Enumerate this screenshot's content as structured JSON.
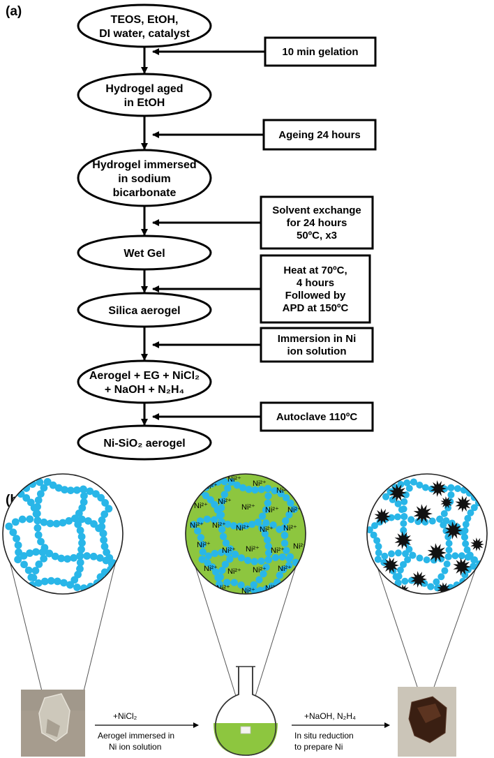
{
  "panel_a": {
    "label": "(a)",
    "steps": [
      {
        "lines": [
          "TEOS, EtOH,",
          "DI water, catalyst"
        ]
      },
      {
        "lines": [
          "Hydrogel aged",
          "in EtOH"
        ]
      },
      {
        "lines": [
          "Hydrogel immersed",
          "in sodium",
          "bicarbonate"
        ]
      },
      {
        "lines": [
          "Wet Gel"
        ]
      },
      {
        "lines": [
          "Silica aerogel"
        ]
      },
      {
        "lines": [
          "Aerogel + EG + NiCl₂",
          "+ NaOH + N₂H₄"
        ]
      },
      {
        "lines": [
          "Ni-SiO₂ aerogel"
        ]
      }
    ],
    "conditions": [
      {
        "lines": [
          "10 min gelation"
        ]
      },
      {
        "lines": [
          "Ageing 24 hours"
        ]
      },
      {
        "lines": [
          "Solvent exchange",
          "for 24 hours",
          "50ºC, x3"
        ]
      },
      {
        "lines": [
          "Heat at 70ºC,",
          "4 hours",
          "Followed by",
          "APD at 150ºC"
        ]
      },
      {
        "lines": [
          "Immersion in Ni",
          "ion solution"
        ]
      },
      {
        "lines": [
          "Autoclave 110ºC"
        ]
      }
    ]
  },
  "panel_b": {
    "label": "(b)",
    "ion_label": "Ni²⁺",
    "arrow1": {
      "above": "+NiCl₂",
      "below": [
        "Aerogel immersed in",
        "Ni ion solution"
      ]
    },
    "arrow2": {
      "above": "+NaOH, N₂H₄",
      "below": [
        "In situ reduction",
        "to prepare Ni"
      ]
    }
  },
  "colors": {
    "silica_chain": "#29b6e8",
    "ni_solution": "#8dc63f",
    "nanoparticle": "#111111"
  }
}
